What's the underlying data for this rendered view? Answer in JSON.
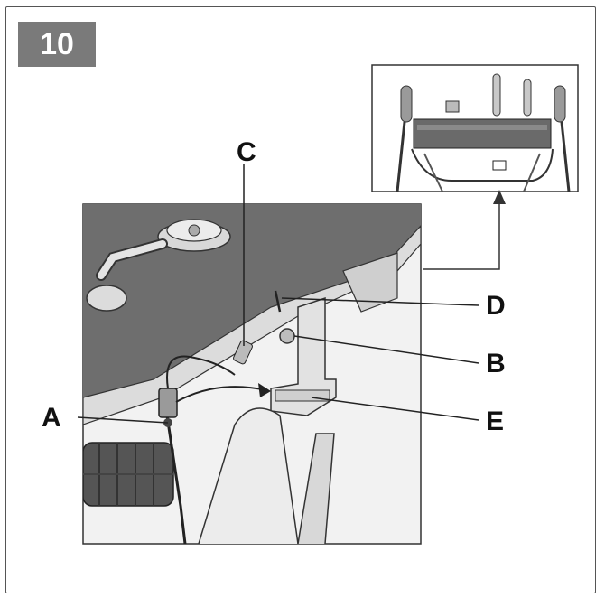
{
  "step_number": "10",
  "callouts": {
    "a": "A",
    "b": "B",
    "c": "C",
    "d": "D",
    "e": "E"
  },
  "colors": {
    "badge": "#7a7a7a",
    "deck": "#6e6e6e",
    "frame_light": "#e6e6e6",
    "line": "#222222"
  },
  "icons": [
    "overview-inset",
    "pointer-arrow"
  ]
}
